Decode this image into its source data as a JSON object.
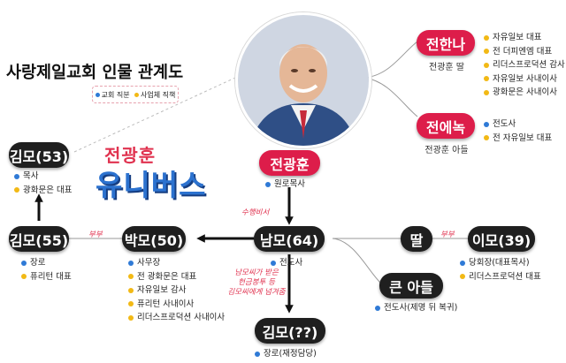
{
  "title": "사랑제일교회 인물 관계도",
  "legend": {
    "church": "교회 직분",
    "business": "사업체 직책"
  },
  "brand": {
    "line1": "전광훈",
    "line2": "유니버스"
  },
  "colors": {
    "church_dot": "#2f7ad6",
    "business_dot": "#f2b915",
    "accent": "#dd1d4a",
    "node": "#1f1f1f"
  },
  "photo": {
    "icon": "portrait-photo"
  },
  "nodes": {
    "jeon": {
      "name": "전광훈",
      "items": [
        {
          "text": "원로목사",
          "color": "blue"
        }
      ]
    },
    "hanna": {
      "name": "전한나",
      "caption": "전광훈 딸",
      "items": [
        {
          "text": "자유일보 대표",
          "color": "yellow"
        },
        {
          "text": "전 더피엔엠 대표",
          "color": "yellow"
        },
        {
          "text": "리더스프로덕션 감사",
          "color": "yellow"
        },
        {
          "text": "자유일보 사내이사",
          "color": "yellow"
        },
        {
          "text": "광화문은 사내이사",
          "color": "yellow"
        }
      ]
    },
    "enok": {
      "name": "전에녹",
      "caption": "전광훈 아들",
      "items": [
        {
          "text": "전도사",
          "color": "blue"
        },
        {
          "text": "전 자유일보 대표",
          "color": "yellow"
        }
      ]
    },
    "kim53": {
      "name": "김모(53)",
      "items": [
        {
          "text": "목사",
          "color": "blue"
        },
        {
          "text": "광화문은 대표",
          "color": "yellow"
        }
      ]
    },
    "kim55": {
      "name": "김모(55)",
      "items": [
        {
          "text": "장로",
          "color": "blue"
        },
        {
          "text": "퓨리턴 대표",
          "color": "yellow"
        }
      ]
    },
    "park50": {
      "name": "박모(50)",
      "items": [
        {
          "text": "사무장",
          "color": "blue"
        },
        {
          "text": "전 광화문은 대표",
          "color": "yellow"
        },
        {
          "text": "자유일보 감사",
          "color": "yellow"
        },
        {
          "text": "퓨리턴 사내이사",
          "color": "yellow"
        },
        {
          "text": "리더스프로덕션 사내이사",
          "color": "yellow"
        }
      ]
    },
    "nam64": {
      "name": "남모(64)",
      "items": [
        {
          "text": "전도사",
          "color": "blue"
        }
      ]
    },
    "daughter": {
      "name": "딸"
    },
    "lee39": {
      "name": "이모(39)",
      "items": [
        {
          "text": "당회장(대표목사)",
          "color": "blue"
        },
        {
          "text": "리더스프로덕션 대표",
          "color": "yellow"
        }
      ]
    },
    "son": {
      "name": "큰 아들",
      "items": [
        {
          "text": "전도사(제명 뒤 복귀)",
          "color": "blue"
        }
      ]
    },
    "kimq": {
      "name": "김모(??)",
      "items": [
        {
          "text": "장로(재정담당)",
          "color": "blue"
        }
      ]
    }
  },
  "relations": {
    "secretary": "수행비서",
    "couple_left": "부부",
    "couple_right": "부부",
    "money_note": [
      "남모씨가 받은",
      "헌금봉투 등",
      "김모씨에게 넘겨줌"
    ]
  }
}
